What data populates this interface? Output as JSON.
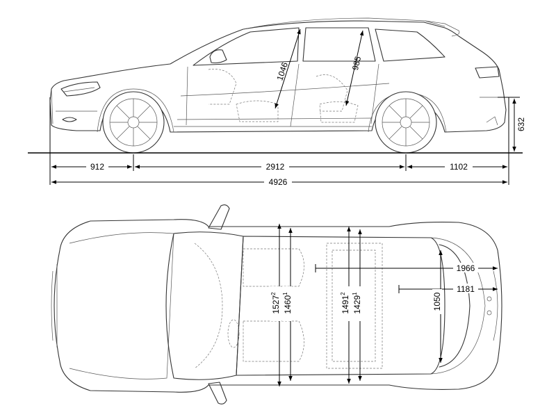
{
  "side_view": {
    "front_overhang": "912",
    "wheelbase": "2912",
    "rear_overhang": "1102",
    "overall_length": "4926",
    "loading_sill_height": "632",
    "front_headroom": "1046",
    "rear_headroom": "985"
  },
  "top_view": {
    "cargo_length_seats_folded": "1966",
    "cargo_length": "1181",
    "cargo_width": "1050",
    "front_elbow_width": "1527",
    "front_elbow_width_note": "2",
    "front_shoulder_width": "1460",
    "front_shoulder_width_note": "1",
    "rear_elbow_width": "1491",
    "rear_elbow_width_note": "2",
    "rear_shoulder_width": "1429",
    "rear_shoulder_width_note": "1"
  },
  "colors": {
    "line": "#333333",
    "dimension": "#000000",
    "background": "#ffffff"
  }
}
